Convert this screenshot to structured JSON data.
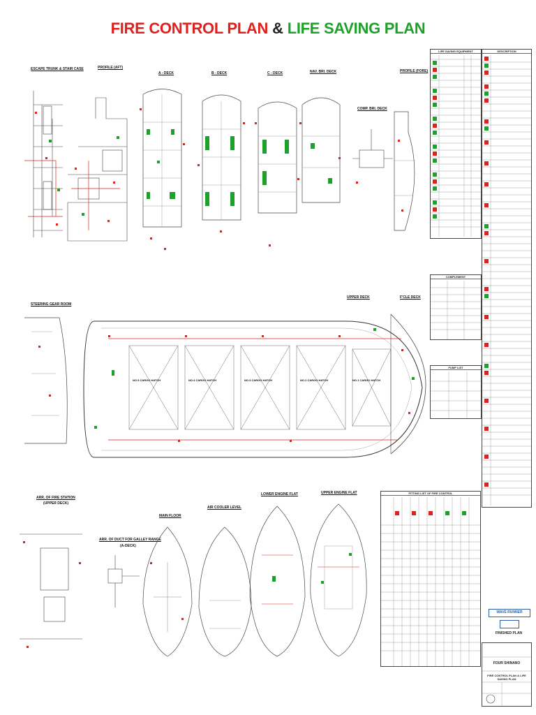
{
  "title": {
    "part1": "FIRE CONTROL PLAN",
    "amp": "&",
    "part2": "LIFE SAVING PLAN",
    "color_fire": "#e0201c",
    "color_life": "#1ea12a"
  },
  "view_labels": {
    "escape_trunk": "ESCAPE TRUNK & STAIR CASE",
    "profile_aft": "PROFILE (AFT)",
    "a_deck": "A - DECK",
    "b_deck": "B - DECK",
    "c_deck": "C - DECK",
    "nav_bri_deck": "NAV. BRI. DECK",
    "comp_bri_deck": "COMP. BRI. DECK",
    "profile_fore": "PROFILE (FORE)",
    "steering_gear": "STEERING GEAR ROOM",
    "upper_deck": "UPPER DECK",
    "fcle_deck": "F'CLE DECK",
    "arr_fire_station": "ARR. OF FIRE STATION",
    "arr_fire_station_sub": "(UPPER DECK)",
    "arr_duct_galley": "ARR. OF DUCT FOR GALLEY RANGE",
    "arr_duct_sub": "(A-DECK)",
    "main_floor": "MAIN FLOOR",
    "air_cooler": "AIR COOLER LEVEL",
    "lower_engine_flat": "LOWER ENGINE FLAT",
    "upper_engine_flat": "UPPER ENGINE FLAT"
  },
  "holds": [
    "NO.5 CARGO HATCH",
    "NO.4 CARGO HATCH",
    "NO.3 CARGO HATCH",
    "NO.2 CARGO HATCH",
    "NO.1 CARGO HATCH"
  ],
  "tables": {
    "life_saving_title": "LIFE SAVING EQUIPMENT",
    "description_title": "DESCRIPTION",
    "complement_title": "COMPLEMENT",
    "pump_list_title": "PUMP LIST",
    "fitting_list_title": "FITTING LIST OF FIRE CONTROL"
  },
  "title_block": {
    "badge": "WAVE RUNNER",
    "finished_plan": "FINISHED PLAN",
    "ship_name": "FOUR SHINANO",
    "drawing_title": "FIRE CONTROL PLAN & LIFE SAVING PLAN"
  },
  "colors": {
    "symbol_red": "#e0201c",
    "symbol_green": "#1ea12a",
    "line": "#444444",
    "badge": "#2a5db0"
  }
}
